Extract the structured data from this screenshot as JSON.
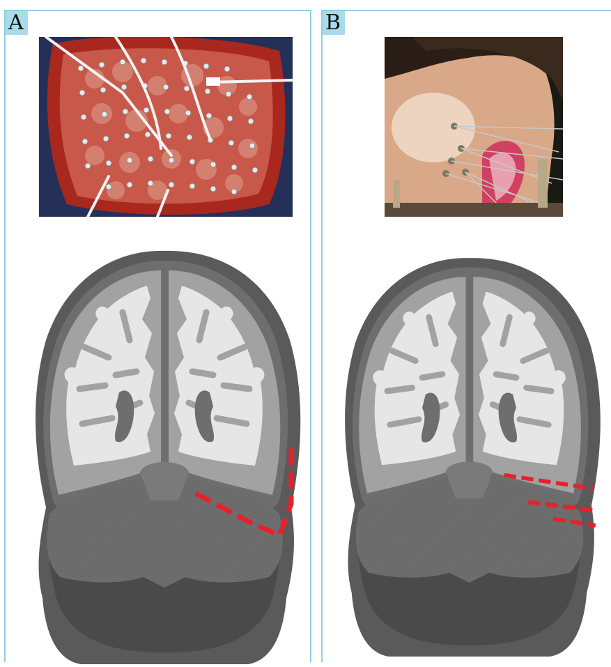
{
  "panels": [
    {
      "label": "A",
      "photo": "intracranial-electrode-grid-photo",
      "marker_color": "#e8202a"
    },
    {
      "label": "B",
      "photo": "scalp-electrodes-behind-ear-photo",
      "marker_color": "#e8202a"
    }
  ],
  "colors": {
    "border": "#8fd0e0",
    "label_bg": "#a8dceb",
    "white_matter": "#e6e6e6",
    "gray_matter": "#a2a2a2",
    "deep": "#6e6e6e",
    "cerebellum": "#666666",
    "marker": "#e8202a"
  }
}
